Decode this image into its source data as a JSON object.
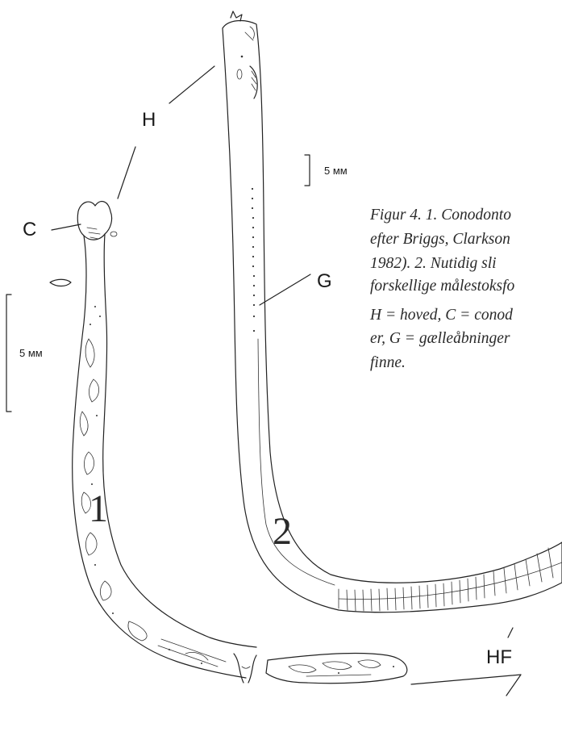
{
  "labels": {
    "head": "H",
    "conodont": "C",
    "gills": "G",
    "tail_fin": "HF",
    "specimen_1": "1",
    "specimen_2": "2"
  },
  "scales": {
    "scale_1": "5 мм",
    "scale_2": "5 мм"
  },
  "caption": {
    "line1": "Figur 4. 1. Conodonto",
    "line2": "efter Briggs, Clarkson",
    "line3": "1982).   2. Nutidig sli",
    "line4": "forskellige målestoksfo",
    "line5": "H = hoved, C = conod",
    "line6": "er, G = gælleåbninger",
    "line7": "finne."
  },
  "colors": {
    "hagfish_body": "#f6e9ec",
    "ink": "#222222"
  }
}
